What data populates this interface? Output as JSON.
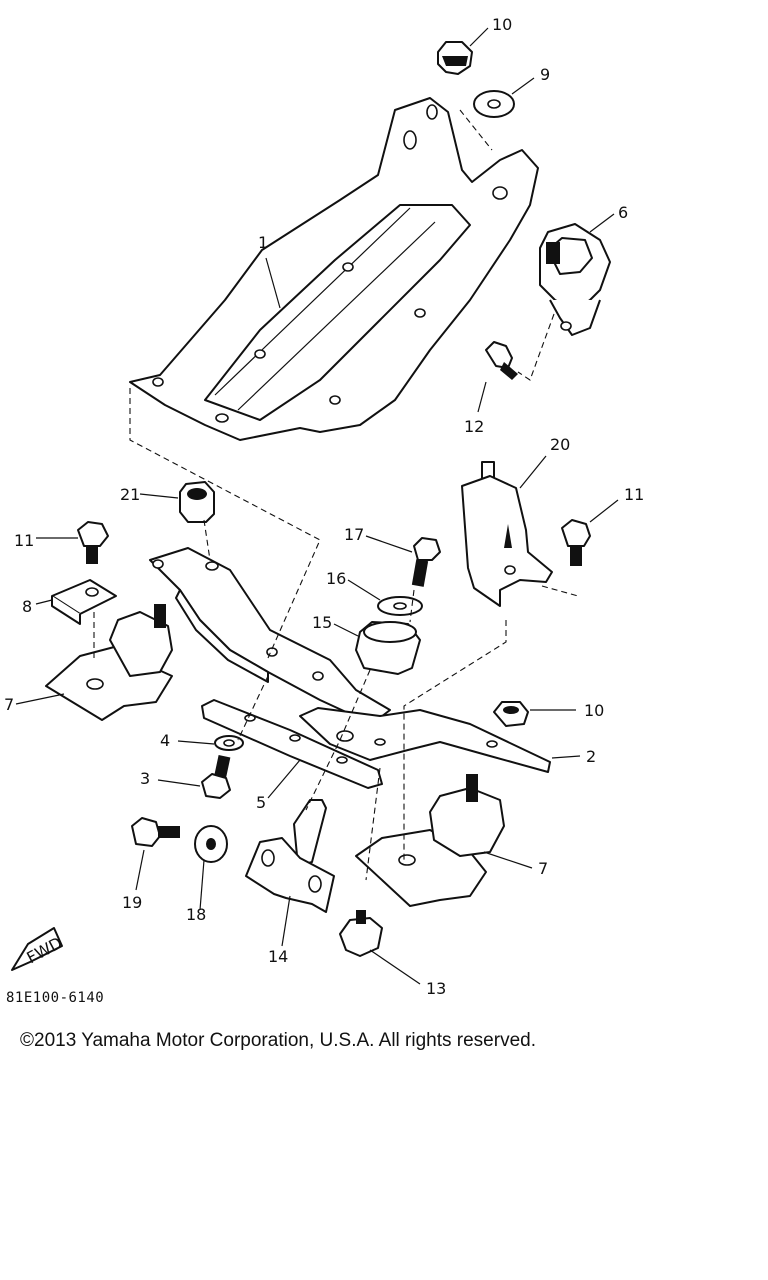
{
  "callouts": {
    "c1": "1",
    "c2": "2",
    "c3": "3",
    "c4": "4",
    "c5": "5",
    "c6": "6",
    "c7a": "7",
    "c7b": "7",
    "c8": "8",
    "c9": "9",
    "c10a": "10",
    "c10b": "10",
    "c11a": "11",
    "c11b": "11",
    "c12": "12",
    "c13": "13",
    "c14": "14",
    "c15": "15",
    "c16": "16",
    "c17": "17",
    "c18": "18",
    "c19": "19",
    "c20": "20",
    "c21": "21"
  },
  "fwd_label": "FWD",
  "diagram_code": "81E100-6140",
  "copyright": "©2013 Yamaha Motor Corporation, U.S.A. All rights reserved."
}
